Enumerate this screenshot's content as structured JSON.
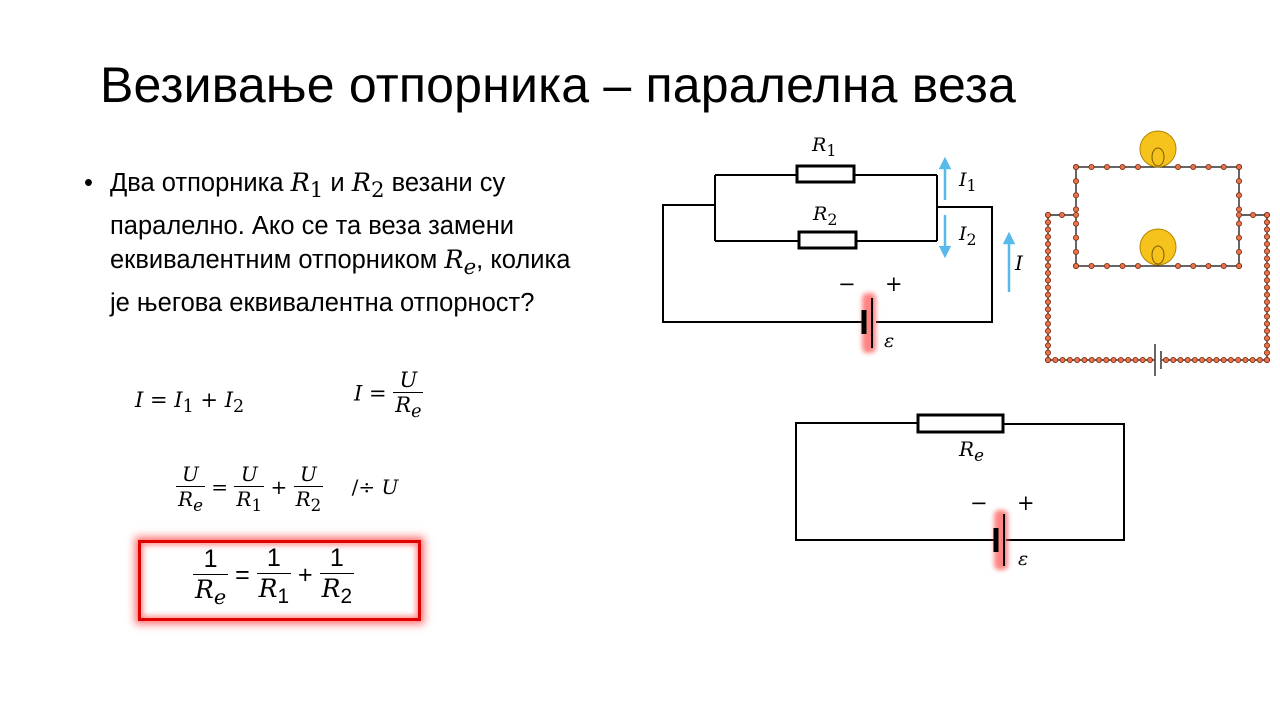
{
  "slide": {
    "title": "Везивање отпорника – паралелна веза",
    "bullet": {
      "marker": "•",
      "text1": "Два отпорника ",
      "R": "R",
      "sub1": "1",
      "text2": " и ",
      "sub2": "2",
      "text3": " везани су паралелно. Ако се та веза замени еквивалентним отпорником ",
      "sube": "e",
      "text4": ", колика је његова еквивалентна отпорност?"
    }
  },
  "equations": {
    "eq1": {
      "lhs": "I",
      "eq": "=",
      "t1": "I",
      "s1": "1",
      "plus": "+",
      "t2": "I",
      "s2": "2"
    },
    "eq2": {
      "lhs": "I",
      "eq": "=",
      "num": "U",
      "den": "R",
      "dsub": "e"
    },
    "eq3": {
      "num": "U",
      "R": "R",
      "sube": "e",
      "s1": "1",
      "s2": "2",
      "eq": "=",
      "plus": "+",
      "op": "/÷ ",
      "opvar": "U"
    },
    "eq4": {
      "one": "1",
      "R": "R",
      "sube": "e",
      "s1": "1",
      "s2": "2",
      "eq": "=",
      "plus": "+"
    }
  },
  "circuit_parallel": {
    "r1_label": "R",
    "r1_sub": "1",
    "r2_label": "R",
    "r2_sub": "2",
    "i1_label": "I",
    "i1_sub": "1",
    "i2_label": "I",
    "i2_sub": "2",
    "i_label": "I",
    "minus": "−",
    "plus": "+",
    "emf": "ε"
  },
  "circuit_equivalent": {
    "re_label": "R",
    "re_sub": "e",
    "minus": "−",
    "plus": "+",
    "emf": "ε"
  },
  "colors": {
    "highlight_red": "#e00000",
    "arrow_blue": "#3aaee8",
    "bulb_yellow": "#f6c21c",
    "bead_fill": "#e8734a"
  }
}
